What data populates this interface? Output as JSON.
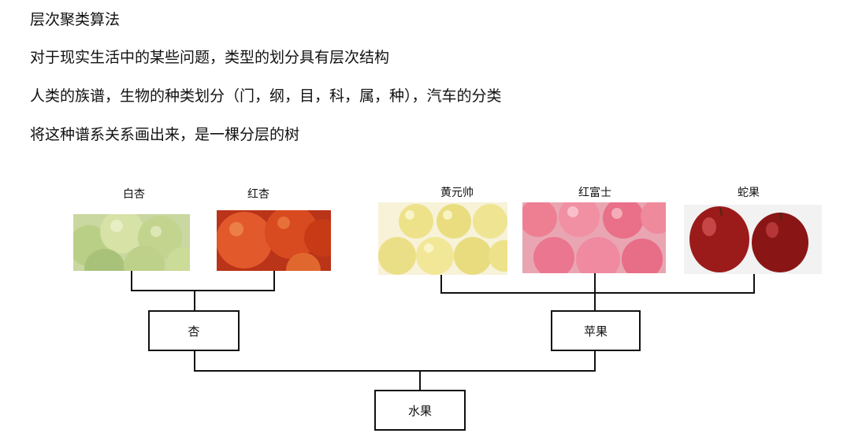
{
  "text": {
    "title": "层次聚类算法",
    "line1": "对于现实生活中的某些问题，类型的划分具有层次结构",
    "line2": "人类的族谱，生物的种类划分（门，纲，目，科，属，种），汽车的分类",
    "line3": "将这种谱系关系画出来，是一棵分层的树"
  },
  "tree": {
    "leaves": [
      "白杏",
      "红杏",
      "黄元帅",
      "红富士",
      "蛇果"
    ],
    "mid": [
      "杏",
      "苹果"
    ],
    "root": "水果"
  }
}
